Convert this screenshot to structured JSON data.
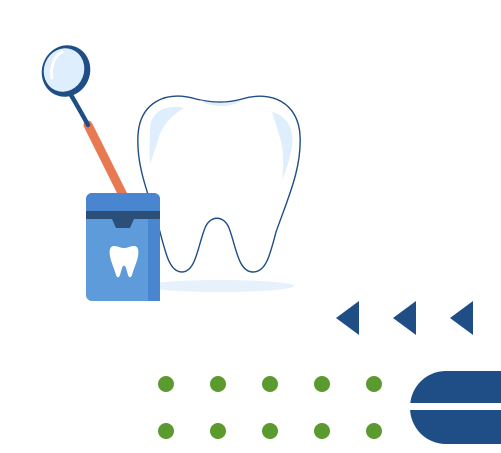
{
  "scene": {
    "illustration": "tooth-with-dental-mirror-and-floss-case",
    "icons": {
      "mirror": "dental-mirror-icon",
      "tooth": "tooth-icon",
      "floss": "floss-case-icon",
      "floss_badge": "tooth-badge-icon",
      "arrows": "chevron-left-icon",
      "dots": "dot-icon",
      "pill": "pill-shape-icon"
    },
    "colors": {
      "navy": "#1f4d86",
      "blue": "#4a86d0",
      "light_blue": "#dfeefc",
      "floss_blue": "#5d9bdb",
      "floss_dark": "#2c4f7a",
      "handle_orange": "#e77a52",
      "green": "#5b9a2f",
      "white": "#ffffff"
    }
  },
  "decor": {
    "arrow_count": 3,
    "dot_rows": 2,
    "dot_cols": 5
  }
}
